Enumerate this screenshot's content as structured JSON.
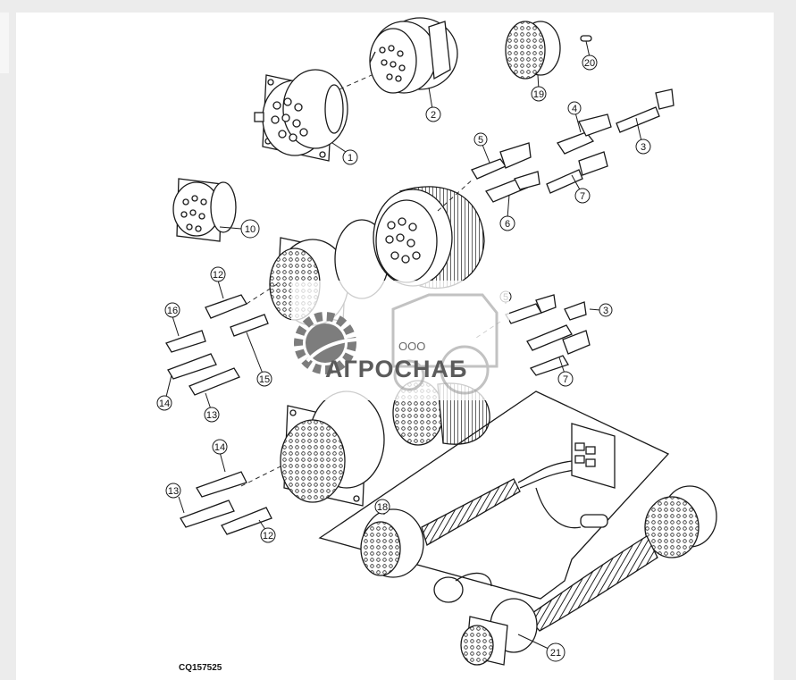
{
  "figure": {
    "reference_code": "CQ157525",
    "callouts": [
      {
        "id": "c1",
        "label": "1"
      },
      {
        "id": "c2",
        "label": "2"
      },
      {
        "id": "c3a",
        "label": "3"
      },
      {
        "id": "c4",
        "label": "4"
      },
      {
        "id": "c5a",
        "label": "5"
      },
      {
        "id": "c6",
        "label": "6"
      },
      {
        "id": "c7a",
        "label": "7"
      },
      {
        "id": "c10",
        "label": "10"
      },
      {
        "id": "c12a",
        "label": "12"
      },
      {
        "id": "c16",
        "label": "16"
      },
      {
        "id": "c15",
        "label": "15"
      },
      {
        "id": "c14a",
        "label": "14"
      },
      {
        "id": "c13a",
        "label": "13"
      },
      {
        "id": "c19",
        "label": "19"
      },
      {
        "id": "c20",
        "label": "20"
      },
      {
        "id": "c5b",
        "label": "5"
      },
      {
        "id": "c3b",
        "label": "3"
      },
      {
        "id": "c7b",
        "label": "7"
      },
      {
        "id": "c14b",
        "label": "14"
      },
      {
        "id": "c13b",
        "label": "13"
      },
      {
        "id": "c12b",
        "label": "12"
      },
      {
        "id": "c18",
        "label": "18"
      },
      {
        "id": "c21",
        "label": "21"
      }
    ]
  },
  "watermark": {
    "company_prefix": "ООО",
    "company_name": "АГРОСНАБ"
  },
  "colors": {
    "line": "#1a1a1a",
    "watermark_gray": "#8a8a8a",
    "page_bg": "#ffffff",
    "outer_bg": "#ececec"
  }
}
